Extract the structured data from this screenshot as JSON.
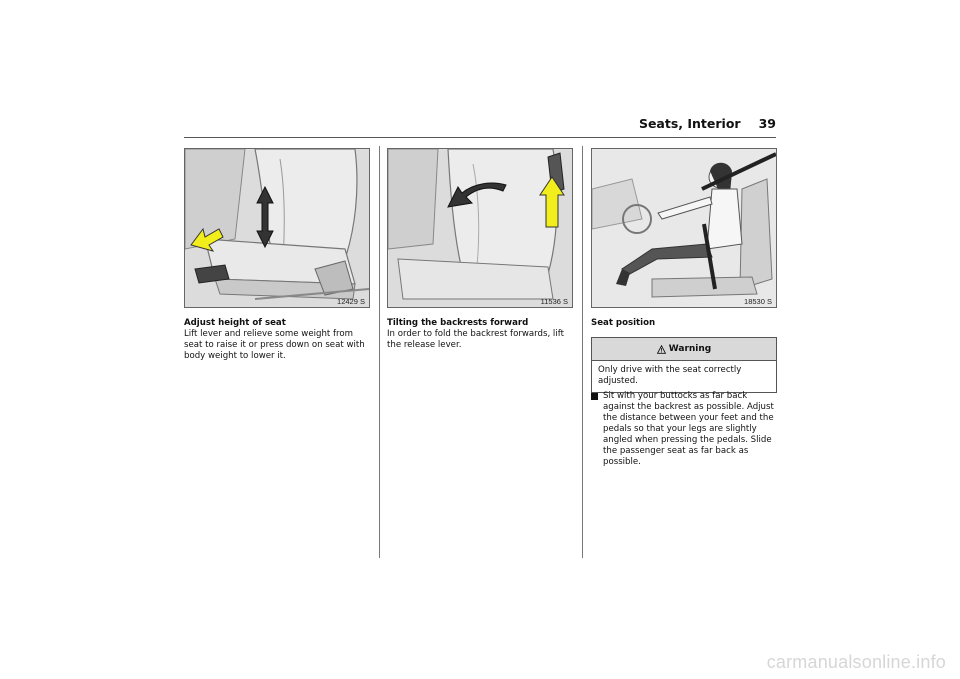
{
  "header": {
    "section_title": "Seats, Interior",
    "page_number": "39"
  },
  "figures": [
    {
      "code": "12429 S"
    },
    {
      "code": "11536 S"
    },
    {
      "code": "18530 S"
    }
  ],
  "sections": {
    "seat_height": {
      "heading": "Adjust height of seat",
      "body": "Lift lever and relieve some weight from seat to raise it or press down on seat with body weight to lower it."
    },
    "backrest": {
      "heading": "Tilting the backrests forward",
      "body": "In order to fold the backrest forwards, lift the release lever."
    },
    "seat_position": {
      "heading": "Seat position",
      "warning_title": "Warning",
      "warning_icon": "warning-triangle-icon",
      "warning_body": "Only drive with the seat correctly adjusted.",
      "bullet": "Sit with your buttocks as far back against the backrest as possible. Adjust the distance between your feet and the pedals so that your legs are slightly angled when pressing the pedals. Slide the passenger seat as far back as possible."
    }
  },
  "colors": {
    "arrow_yellow": "#f2ee1c",
    "figure_bg": "#e4e4e4"
  },
  "footer": {
    "watermark": "carmanualsonline.info"
  }
}
